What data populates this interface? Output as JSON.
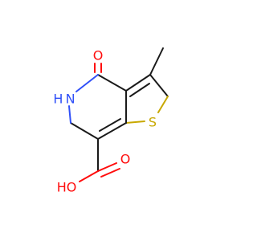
{
  "molecule": {
    "atoms": {
      "ketone_oxygen": "O",
      "ring_nitrogen": "H N",
      "sulfur": "S",
      "acid_oxygen_double": "O",
      "acid_hydroxyl": "HO"
    },
    "colors": {
      "bond": "#1a1a1a",
      "oxygen": "#ff0d0d",
      "nitrogen": "#3050f8",
      "sulfur": "#c8a800"
    }
  }
}
